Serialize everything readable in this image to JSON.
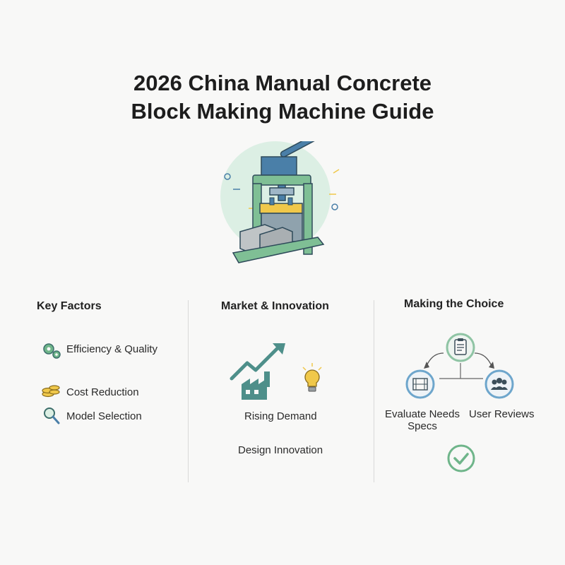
{
  "title": {
    "line1": "2026 China Manual Concrete",
    "line2": "Block Making Machine Guide"
  },
  "hero": {
    "icon": "concrete-block-press-icon"
  },
  "columns": {
    "key_factors": {
      "heading": "Key Factors",
      "items": [
        {
          "label": "Efficiency & Quality",
          "icon": "gears-icon"
        },
        {
          "label": "Cost Reduction",
          "icon": "coins-icon"
        },
        {
          "label": "Model Selection",
          "icon": "magnifier-icon"
        }
      ]
    },
    "market": {
      "heading": "Market & Innovation",
      "items": [
        {
          "label": "Rising Demand",
          "icon": "factory-growth-icon"
        },
        {
          "label": "Design Innovation",
          "icon": "lightbulb-icon"
        }
      ]
    },
    "choice": {
      "heading": "Making the Choice",
      "nodes": [
        {
          "label": "",
          "icon": "checklist-icon"
        },
        {
          "label": "Evaluate Needs",
          "sublabel": "Specs",
          "icon": "blueprint-icon"
        },
        {
          "label": "User Reviews",
          "icon": "users-icon"
        },
        {
          "label": "",
          "icon": "check-icon"
        }
      ]
    }
  },
  "colors": {
    "teal": "#4e8f8a",
    "green": "#6fb58a",
    "yellow": "#f0c84a",
    "blue": "#4a7fa8",
    "gray": "#9aa0a3"
  }
}
